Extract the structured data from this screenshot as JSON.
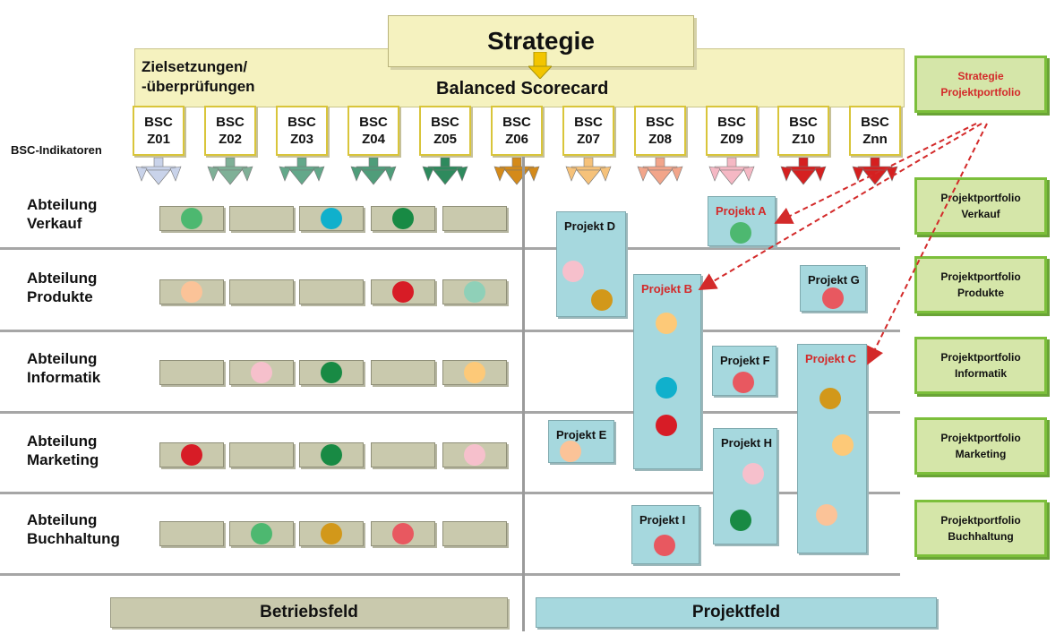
{
  "header": {
    "strategy": "Strategie",
    "objectives": [
      "Zielsetzungen/",
      "-überprüfungen"
    ],
    "scorecard": "Balanced Scorecard",
    "indicators_label": "BSC-Indikatoren"
  },
  "bsc_items": [
    {
      "line1": "BSC",
      "line2": "Z01",
      "arrow_color": "#c9d3ea"
    },
    {
      "line1": "BSC",
      "line2": "Z02",
      "arrow_color": "#7fb097"
    },
    {
      "line1": "BSC",
      "line2": "Z03",
      "arrow_color": "#63a88a"
    },
    {
      "line1": "BSC",
      "line2": "Z04",
      "arrow_color": "#4f9d7a"
    },
    {
      "line1": "BSC",
      "line2": "Z05",
      "arrow_color": "#2e8a5d"
    },
    {
      "line1": "BSC",
      "line2": "Z06",
      "arrow_color": "#d48a1a"
    },
    {
      "line1": "BSC",
      "line2": "Z07",
      "arrow_color": "#f6c27a"
    },
    {
      "line1": "BSC",
      "line2": "Z08",
      "arrow_color": "#f2a58a"
    },
    {
      "line1": "BSC",
      "line2": "Z09",
      "arrow_color": "#f5b8c4"
    },
    {
      "line1": "BSC",
      "line2": "Z10",
      "arrow_color": "#d52020"
    },
    {
      "line1": "BSC",
      "line2": "Znn",
      "arrow_color": "#d52020"
    }
  ],
  "departments": [
    {
      "line1": "Abteilung",
      "line2": "Verkauf",
      "cells": [
        "#4db870",
        null,
        "#10b0cc",
        "#188a44",
        null
      ]
    },
    {
      "line1": "Abteilung",
      "line2": "Produkte",
      "cells": [
        "#fbc398",
        null,
        null,
        "#d71c26",
        "#8fd0b8"
      ]
    },
    {
      "line1": "Abteilung",
      "line2": "Informatik",
      "cells": [
        null,
        "#f6c0cc",
        "#188a44",
        null,
        "#fdc978"
      ]
    },
    {
      "line1": "Abteilung",
      "line2": "Marketing",
      "cells": [
        "#d71c26",
        null,
        "#188a44",
        null,
        "#f6c0cc"
      ]
    },
    {
      "line1": "Abteilung",
      "line2": "Buchhaltung",
      "cells": [
        null,
        "#4db870",
        "#d2981a",
        "#e85860",
        null
      ]
    }
  ],
  "projects": [
    {
      "name": "Projekt A",
      "highlight": true,
      "dots": [
        "#4db870"
      ]
    },
    {
      "name": "Projekt B",
      "highlight": true,
      "dots": [
        "#fdc978",
        "#10b0cc",
        "#d71c26"
      ]
    },
    {
      "name": "Projekt C",
      "highlight": true,
      "dots": [
        "#d2981a",
        "#fdc978",
        "#fbc398"
      ]
    },
    {
      "name": "Projekt D",
      "highlight": false,
      "dots": [
        "#f6c0cc",
        "#d2981a"
      ]
    },
    {
      "name": "Projekt E",
      "highlight": false,
      "dots": [
        "#fbc398"
      ]
    },
    {
      "name": "Projekt F",
      "highlight": false,
      "dots": [
        "#e85860"
      ]
    },
    {
      "name": "Projekt G",
      "highlight": false,
      "dots": [
        "#e85860"
      ]
    },
    {
      "name": "Projekt H",
      "highlight": false,
      "dots": [
        "#f6c0cc",
        "#188a44"
      ]
    },
    {
      "name": "Projekt I",
      "highlight": false,
      "dots": [
        "#e85860"
      ]
    }
  ],
  "portfolios": [
    {
      "line1": "Strategie",
      "line2": "Projektportfolio",
      "highlight": true
    },
    {
      "line1": "Projektportfolio",
      "line2": "Verkauf",
      "highlight": false
    },
    {
      "line1": "Projektportfolio",
      "line2": "Produkte",
      "highlight": false
    },
    {
      "line1": "Projektportfolio",
      "line2": "Informatik",
      "highlight": false
    },
    {
      "line1": "Projektportfolio",
      "line2": "Marketing",
      "highlight": false
    },
    {
      "line1": "Projektportfolio",
      "line2": "Buchhaltung",
      "highlight": false
    }
  ],
  "fields": {
    "operations": "Betriebsfeld",
    "projects": "Projektfeld"
  },
  "colors": {
    "highlight_text": "#d32a2a",
    "link_arrow": "#d32a2a",
    "portfolio_border": "#7cbf3b"
  }
}
